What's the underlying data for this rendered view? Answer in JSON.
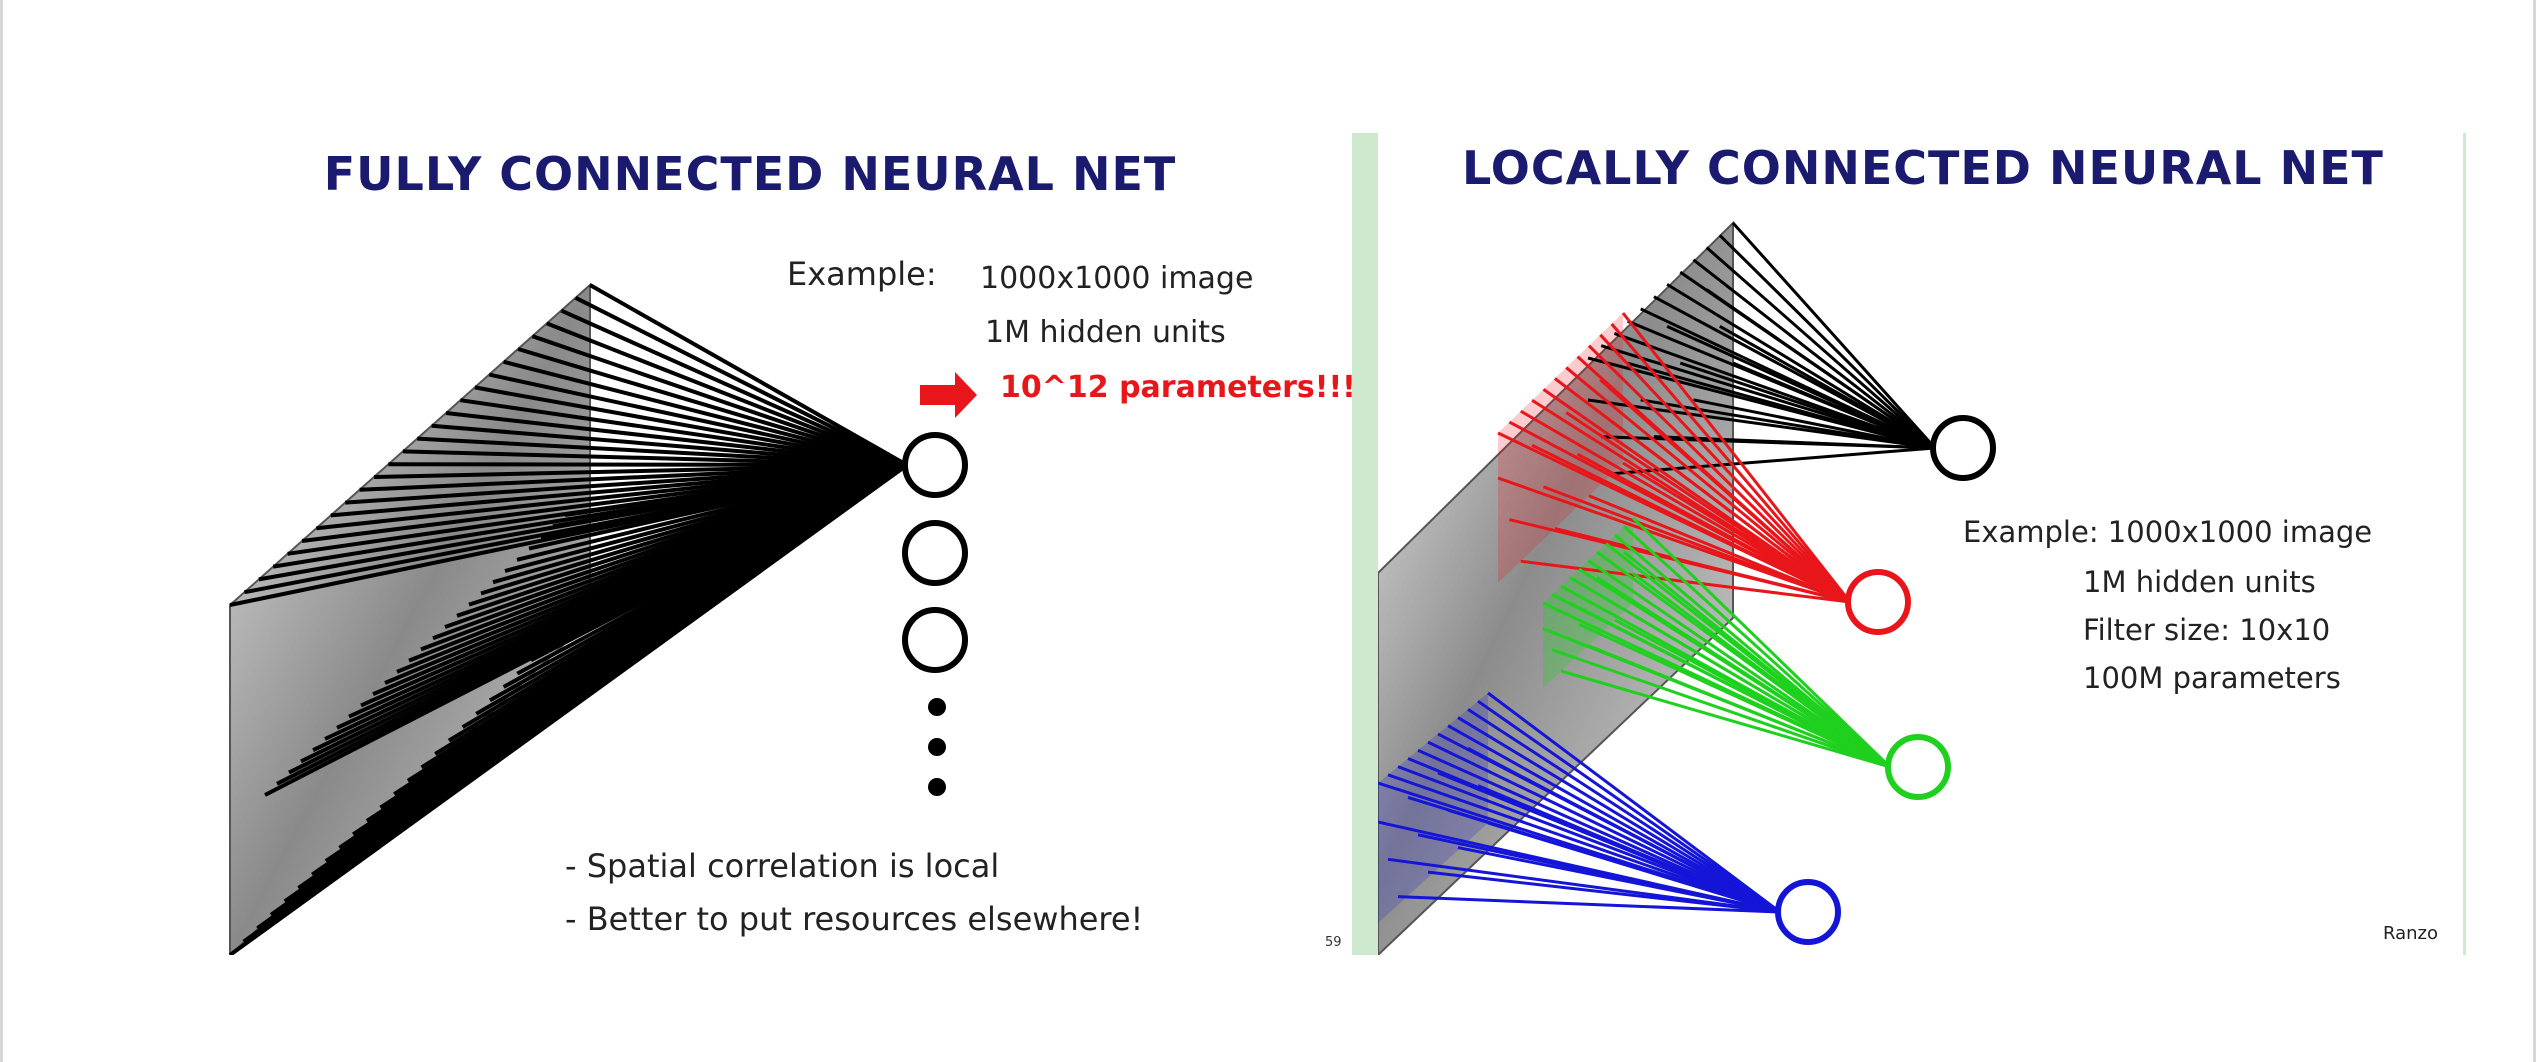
{
  "left_slide": {
    "title": "FULLY CONNECTED NEURAL NET",
    "example_label": "Example:",
    "example_image": "1000x1000 image",
    "hidden_units": "1M hidden units",
    "parameters": "10^12 parameters!!!",
    "bullet1": "- Spatial correlation is local",
    "bullet2": "- Better to put resources elsewhere!",
    "page_number": "59"
  },
  "right_slide": {
    "title": "LOCALLY CONNECTED NEURAL NET",
    "example_label": "Example: 1000x1000 image",
    "hidden_units": "1M hidden units",
    "filter_size": "Filter size: 10x10",
    "parameters": "100M parameters",
    "credit": "Ranzo"
  },
  "colors": {
    "title": "#1a1a6e",
    "highlight": "#e8161a",
    "red_filter": "#e8161a",
    "green_filter": "#1fd01f",
    "blue_filter": "#1515d8",
    "black_lines": "#000000",
    "slide_border": "#cfe9cf"
  }
}
